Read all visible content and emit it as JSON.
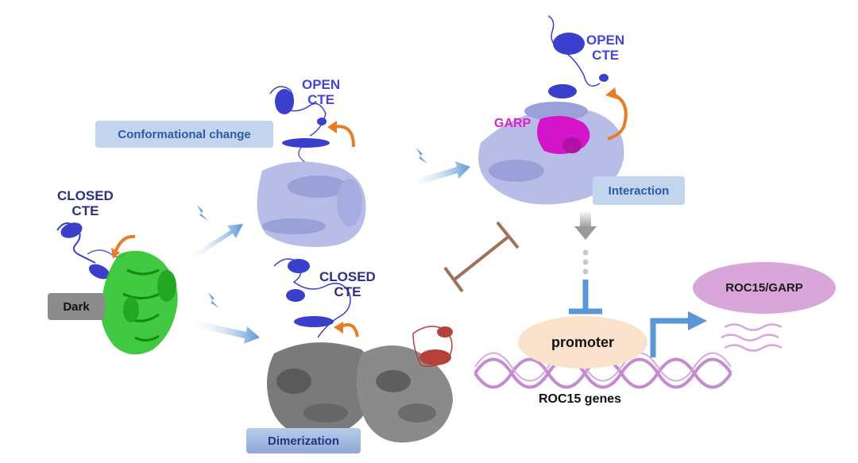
{
  "labels": {
    "closed_cte_1": "CLOSED\nCTE",
    "open_cte_1": "OPEN\nCTE",
    "open_cte_2": "OPEN\nCTE",
    "closed_cte_2": "CLOSED\nCTE",
    "garp": "GARP",
    "conformational_change": "Conformational change",
    "interaction": "Interaction",
    "dimerization": "Dimerization",
    "dark": "Dark",
    "promoter": "promoter",
    "roc15_garp": "ROC15/GARP",
    "roc15_genes": "ROC15 genes"
  },
  "colors": {
    "closed_state": "#2ec32e",
    "cte_helix": "#3a3fcc",
    "open_state": "#b8bde8",
    "dimer": "#7a7a7a",
    "dimer_accent": "#b5423a",
    "garp": "#d414c8",
    "curved_arrow": "#e97d25",
    "process_arrow": "#6a9fd6",
    "inhibition": "#a07058",
    "promoter_fill": "#fbe2cc",
    "dna": "#c58bd1",
    "roc_ellipse": "#d8a6d8"
  },
  "icons": [
    "lightning-icon",
    "curved-arrow-icon",
    "inhibition-bar-icon",
    "down-arrow-icon",
    "transcription-arrow-icon",
    "mrna-wave-icon"
  ]
}
